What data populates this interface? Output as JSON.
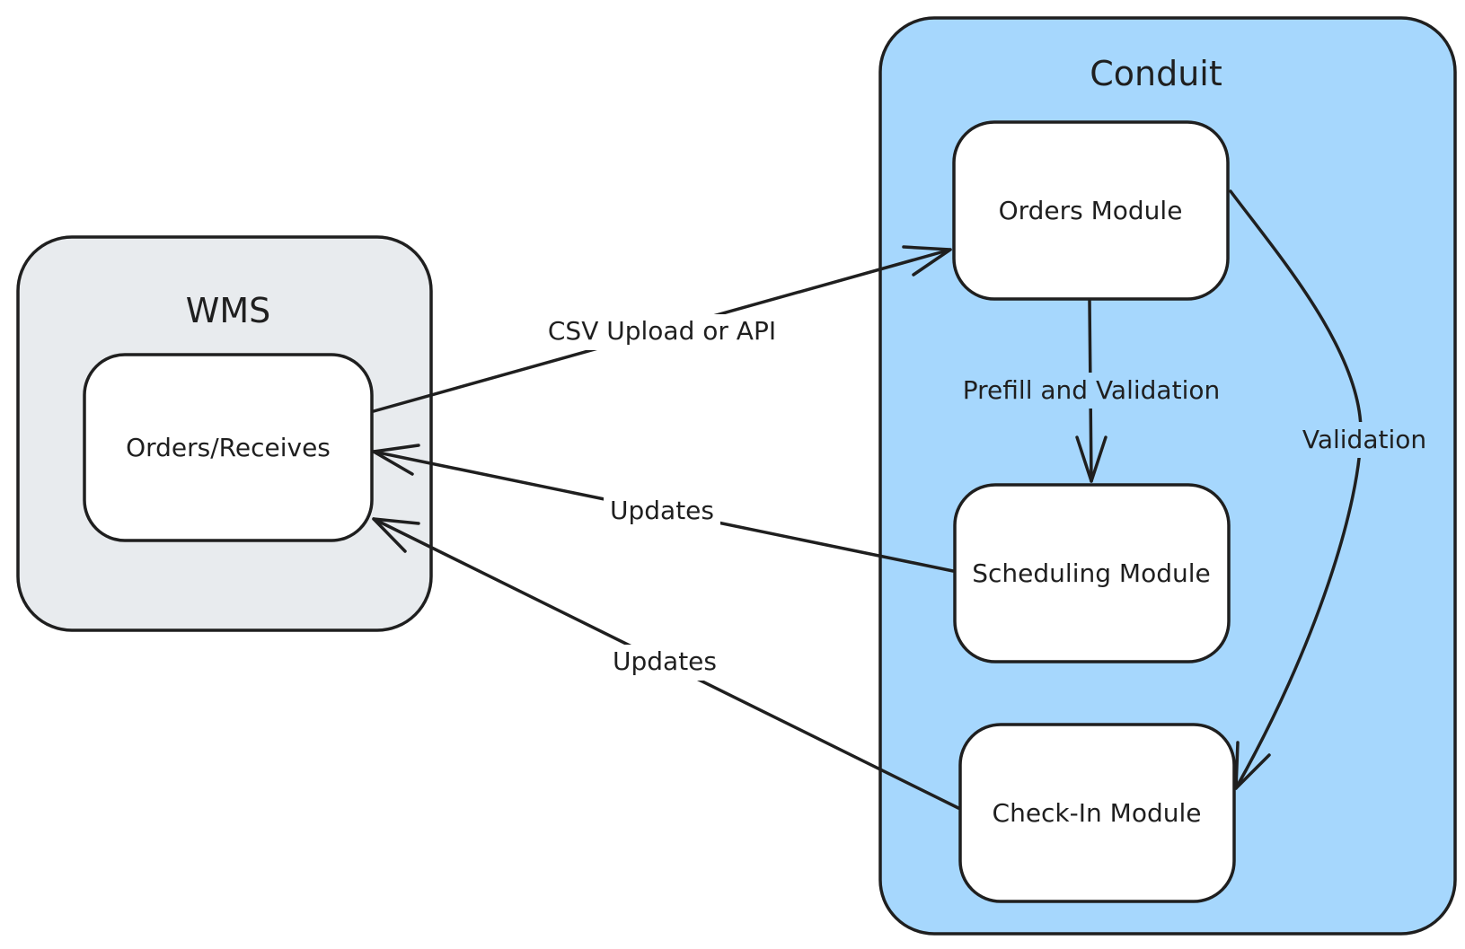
{
  "colors": {
    "wms_fill": "#e8ebee",
    "conduit_fill": "#a6d7fd",
    "node_fill": "#ffffff",
    "stroke": "#1f1f1f",
    "text": "#1f1f1f"
  },
  "groups": {
    "wms": {
      "title": "WMS"
    },
    "conduit": {
      "title": "Conduit"
    }
  },
  "nodes": {
    "orders_receives": "Orders/Receives",
    "orders_module": "Orders Module",
    "scheduling_module": "Scheduling Module",
    "checkin_module": "Check-In Module"
  },
  "edges": {
    "csv_upload": "CSV Upload or API",
    "prefill_validation": "Prefill and Validation",
    "validation": "Validation",
    "updates_scheduling": "Updates",
    "updates_checkin": "Updates"
  }
}
